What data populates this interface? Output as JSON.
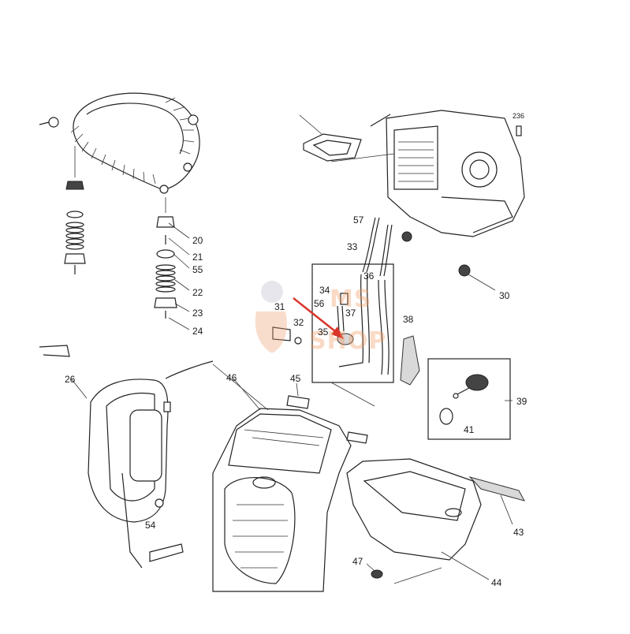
{
  "watermark": {
    "line1": "MS",
    "line2": "SHOP"
  },
  "labels": {
    "p20": "20",
    "p21": "21",
    "p55": "55",
    "p22": "22",
    "p23": "23",
    "p24": "24",
    "p57": "57",
    "p33": "33",
    "p36": "36",
    "p34": "34",
    "p56": "56",
    "p37": "37",
    "p31": "31",
    "p32": "32",
    "p35": "35",
    "p38": "38",
    "p30": "30",
    "p26": "26",
    "p46": "46",
    "p45": "45",
    "p39": "39",
    "p41": "41",
    "p54": "54",
    "p43": "43",
    "p47": "47",
    "p44": "44",
    "p236": "236"
  },
  "colors": {
    "highlight_arrow": "#d9362b",
    "line": "#222222"
  }
}
